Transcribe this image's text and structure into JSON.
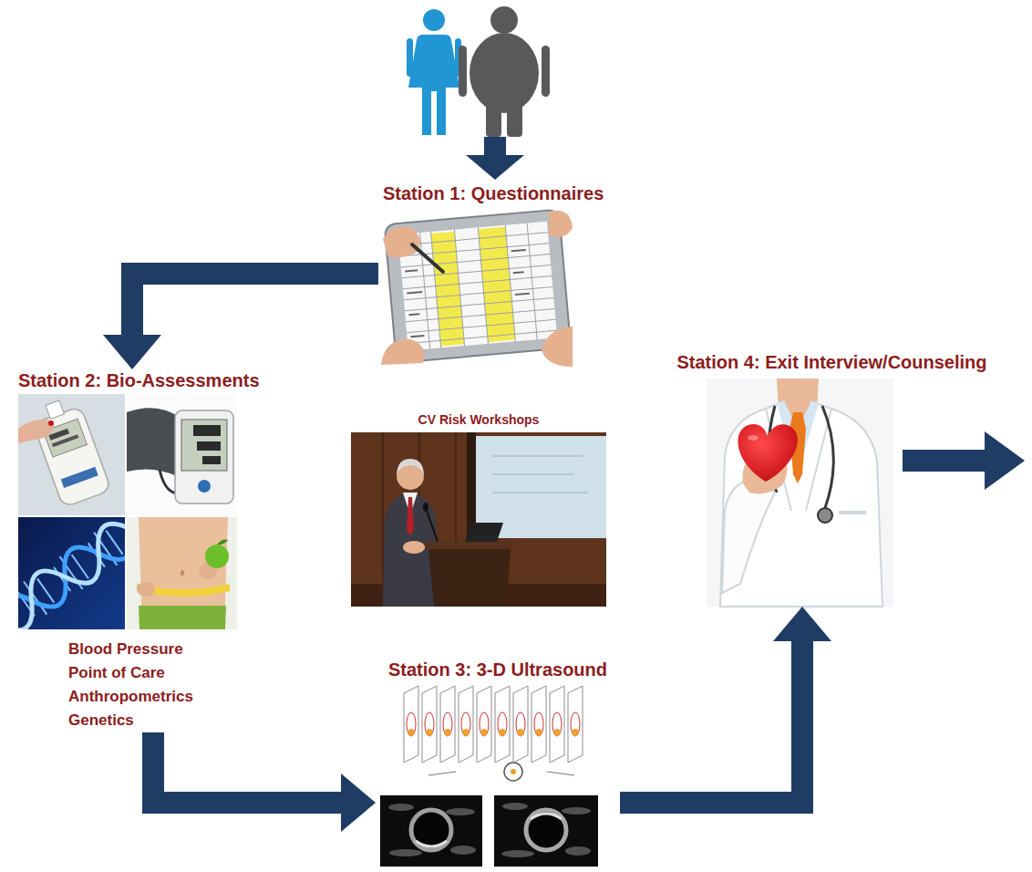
{
  "diagram": {
    "nodes": [
      {
        "text": [
          "Station 1: Questionnaires"
        ]
      },
      {
        "text": [
          "Station 2: Bio-Assessments",
          "Blood Pressure",
          "Point of Care",
          "Anthropometrics",
          "Genetics"
        ]
      },
      {
        "text": [
          "CV Risk Workshops"
        ]
      },
      {
        "text": [
          "Station 3: 3-D Ultrasound"
        ]
      },
      {
        "text": [
          "Station 4: Exit Interview/Counseling"
        ]
      }
    ],
    "edges": [
      {
        "from": 0,
        "to": 1,
        "arrow": "to"
      },
      {
        "from": 1,
        "to": 3,
        "arrow": "to"
      },
      {
        "from": 3,
        "to": 4,
        "arrow": "to"
      }
    ]
  }
}
